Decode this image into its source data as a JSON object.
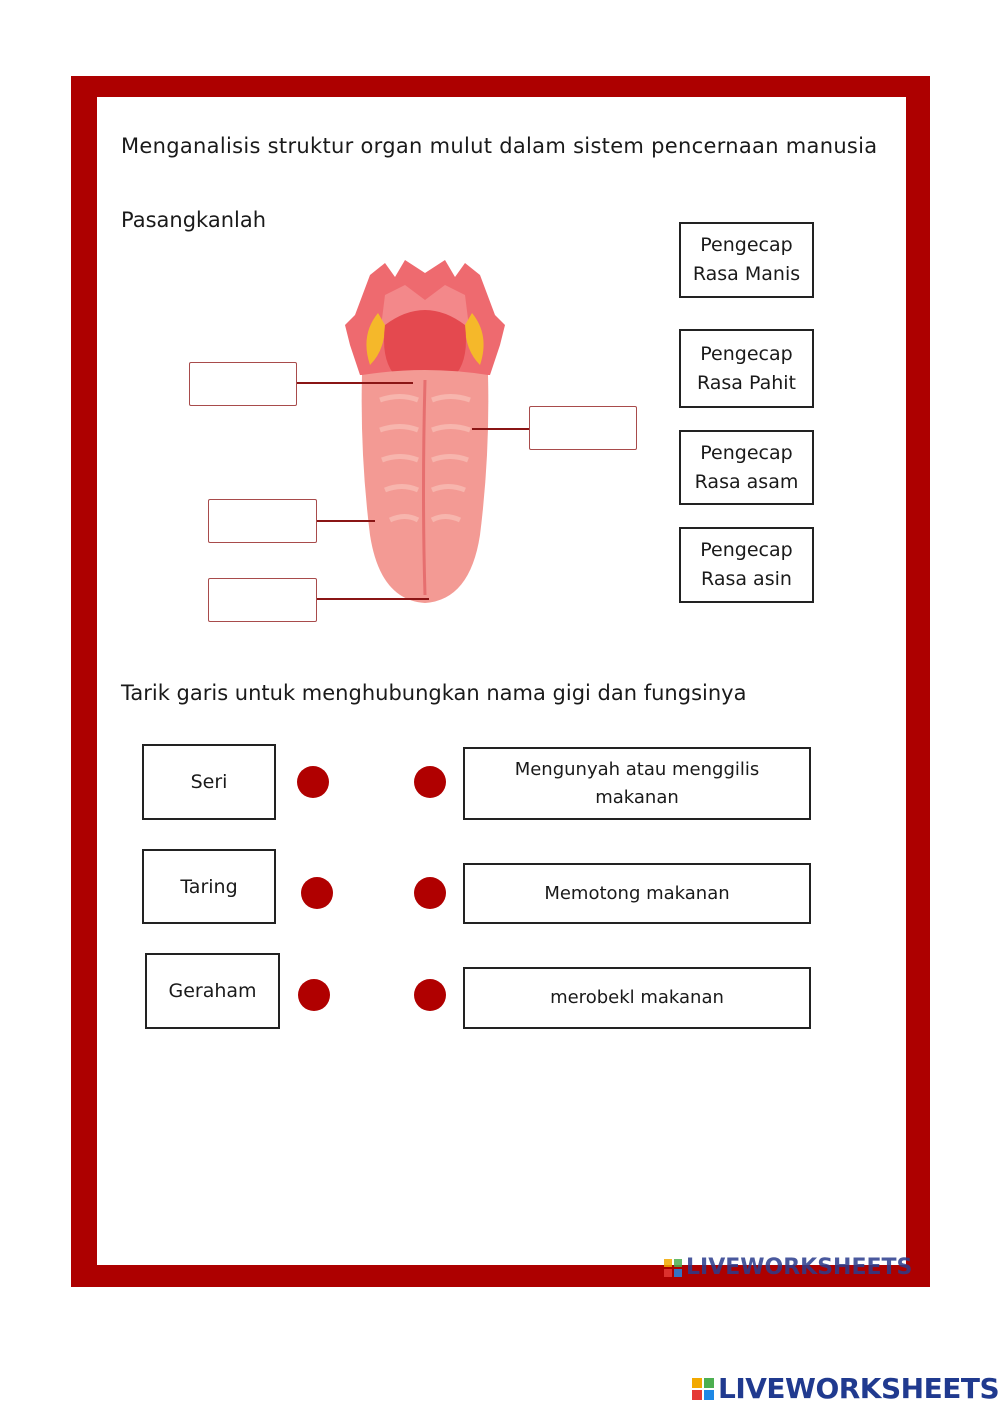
{
  "worksheet": {
    "title": "Menganalisis struktur organ mulut dalam sistem pencernaan manusia",
    "section1_heading": "Pasangkanlah",
    "section2_heading": "Tarik garis untuk menghubungkan nama gigi dan fungsinya"
  },
  "taste_options": [
    {
      "line1": "Pengecap",
      "line2": "Rasa Manis"
    },
    {
      "line1": "Pengecap",
      "line2": "Rasa Pahit"
    },
    {
      "line1": "Pengecap",
      "line2": "Rasa asam"
    },
    {
      "line1": "Pengecap",
      "line2": "Rasa asin"
    }
  ],
  "teeth": [
    "Seri",
    "Taring",
    "Geraham"
  ],
  "functions": [
    "Mengunyah atau menggilis makanan",
    "Memotong makanan",
    "merobekl makanan"
  ],
  "branding": {
    "text": "LIVEWORKSHEETS"
  },
  "colors": {
    "frame": "#ad0000",
    "dot": "#b00000",
    "leader": "#8a1515"
  }
}
